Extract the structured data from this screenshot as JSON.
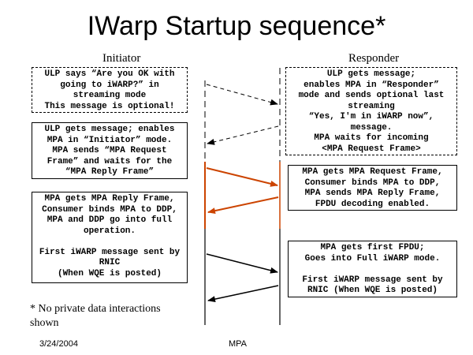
{
  "title": "IWarp Startup sequence*",
  "roles": {
    "initiator": "Initiator",
    "responder": "Responder"
  },
  "boxes": {
    "init_ulp_says": "ULP says “Are you OK with\ngoing to iWARP?” in\nstreaming mode\nThis message is optional!",
    "init_ulp_gets": "ULP gets message; enables\nMPA in “Initiator” mode.\nMPA sends “MPA Request\nFrame” and waits for the\n“MPA Reply Frame”",
    "init_mpa_reply": "MPA gets MPA Reply Frame,\nConsumer binds MPA to DDP,\nMPA and DDP go into full\noperation.\n\nFirst iWARP message sent by\nRNIC\n(When WQE is posted)",
    "resp_ulp_gets": "ULP gets message;\nenables MPA in “Responder”\nmode and sends optional last\nstreaming\n“Yes, I'm in iWARP now”,\nmessage.\nMPA waits for incoming\n<MPA Request Frame>",
    "resp_mpa_request": "MPA gets MPA Request Frame,\nConsumer binds MPA to DDP,\nMPA sends MPA Reply Frame,\nFPDU decoding enabled.",
    "resp_first_fpdu": "MPA gets first FPDU;\nGoes into Full iWARP mode.\n\nFirst iWARP message sent by\nRNIC (When WQE is posted)"
  },
  "footnote": "* No private data interactions shown",
  "footer": {
    "date": "3/24/2004",
    "center": "MPA"
  },
  "colors": {
    "arrow_optional": "#000000",
    "arrow_mpa": "#cc4400",
    "arrow_data": "#000000"
  }
}
